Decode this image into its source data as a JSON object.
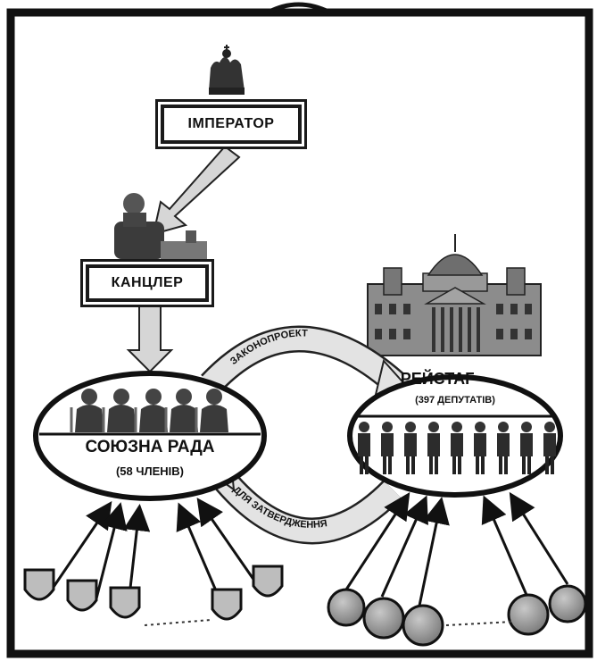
{
  "emperor": {
    "label": "ІМПЕРАТОР"
  },
  "chancellor": {
    "label": "КАНЦЛЕР"
  },
  "federal_council": {
    "title": "СОЮЗНА РАДА",
    "members": "(58 ЧЛЕНІВ)"
  },
  "reichstag": {
    "title": "РЕЙСТАГ",
    "deputies": "(397 ДЕПУТАТІВ)"
  },
  "arrows": {
    "upper": "ЗАКОНОПРОЕКТ",
    "lower": "ДЛЯ ЗАТВЕРДЖЕННЯ"
  },
  "icons": [
    "crown-icon",
    "chancellor-figure-icon",
    "reichstag-building-icon",
    "shield-icon",
    "circle-voter-icon"
  ],
  "colors": {
    "frame": "#111111",
    "arrow_fill": "#d6d6d6",
    "shield_fill": "#bdbdbd",
    "circle_fill": "#9e9e9e"
  }
}
